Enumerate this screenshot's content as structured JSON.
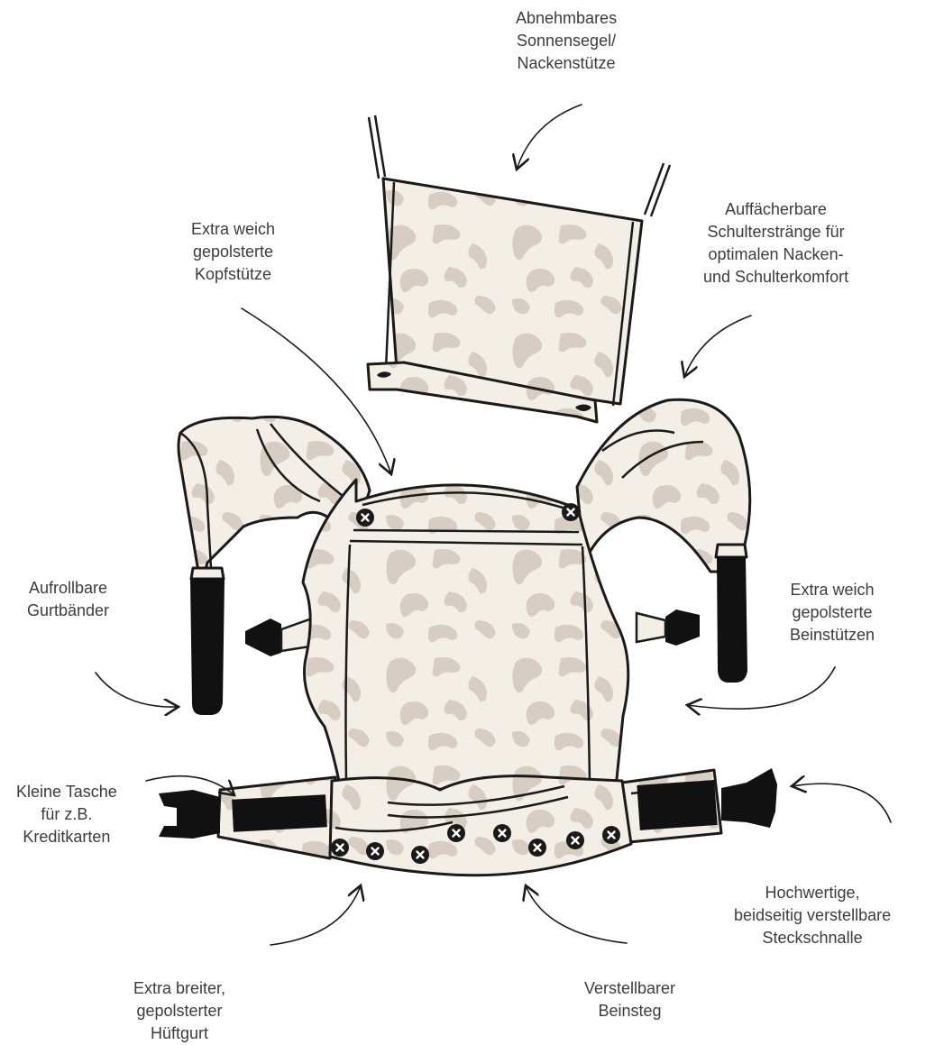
{
  "colors": {
    "fabric": "#f3efe7",
    "spots": "#d8cdc3",
    "outline": "#1a1a1a",
    "webbing": "#111111",
    "snap": "#1a1a1a",
    "text": "#3c3c3c"
  },
  "labels": {
    "sunshade": [
      "Abnehmbares",
      "Sonnensegel/",
      "Nackenstütze"
    ],
    "headrest": [
      "Extra weich",
      "gepolsterte",
      "Kopfstütze"
    ],
    "shoulder": [
      "Auffächerbare",
      "Schulterstränge für",
      "optimalen Nacken-",
      "und Schulterkomfort"
    ],
    "rollstraps": [
      "Aufrollbare",
      "Gurtbänder"
    ],
    "legsupport": [
      "Extra weich",
      "gepolsterte",
      "Beinstützen"
    ],
    "pocket": [
      "Kleine Tasche",
      "für z.B.",
      "Kreditkarten"
    ],
    "buckle": [
      "Hochwertige,",
      "beidseitig verstellbare",
      "Steckschnalle"
    ],
    "hipbelt": [
      "Extra breiter,",
      "gepolsterter",
      "Hüftgurt"
    ],
    "legstrap": [
      "Verstellbarer",
      "Beinsteg"
    ]
  },
  "icons": {
    "snap": "snap-button-icon",
    "buckle": "side-release-buckle-icon",
    "arrow": "curved-arrow-icon"
  }
}
